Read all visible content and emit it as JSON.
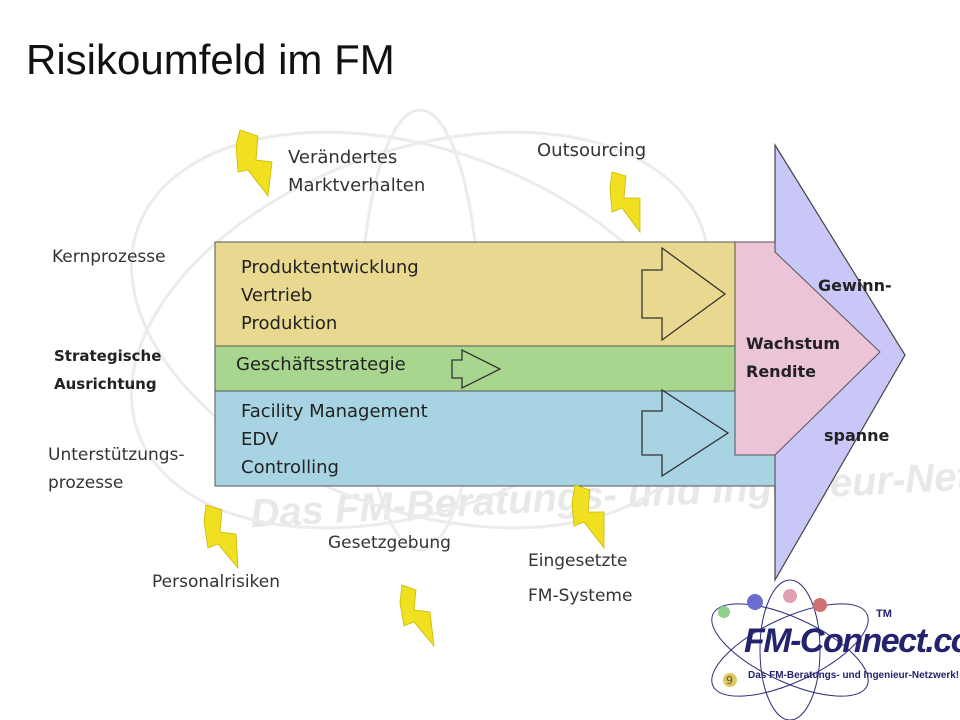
{
  "title": "Risikoumfeld im FM",
  "left_labels": {
    "kern": "Kernprozesse",
    "strat_1": "Strategische",
    "strat_2": "Ausrichtung",
    "unter_1": "Unterstützungs-",
    "unter_2": "prozesse"
  },
  "bands": {
    "kern": [
      "Produktentwicklung",
      "Vertrieb",
      "Produktion"
    ],
    "strategie": "Geschäftsstrategie",
    "support": [
      "Facility Management",
      "EDV",
      "Controlling"
    ]
  },
  "risks": {
    "markt_1": "Verändertes",
    "markt_2": "Marktverhalten",
    "outsourcing": "Outsourcing",
    "gesetz": "Gesetzgebung",
    "personal": "Personalrisiken",
    "systeme_1": "Eingesetzte",
    "systeme_2": "FM-Systeme"
  },
  "outcome": {
    "wachstum": "Wachstum",
    "rendite": "Rendite",
    "gewinn": "Gewinn-",
    "spanne": "spanne"
  },
  "watermark": "Das FM-Beratungs- und Ingenieur-Netzwerk!",
  "logo": {
    "name": "FM-Connect.com",
    "tagline": "Das FM-Beratungs- und Ingenieur-Netzwerk!",
    "tm": "TM"
  },
  "page_number": "9",
  "colors": {
    "kern_band": "#e9d88f",
    "strategie_band": "#a8d68f",
    "support_band": "#a7d3e2",
    "big_arrow": "#c9c7f7",
    "inner_arrow": "#ecc4d8",
    "lightning": "#f0e020"
  }
}
